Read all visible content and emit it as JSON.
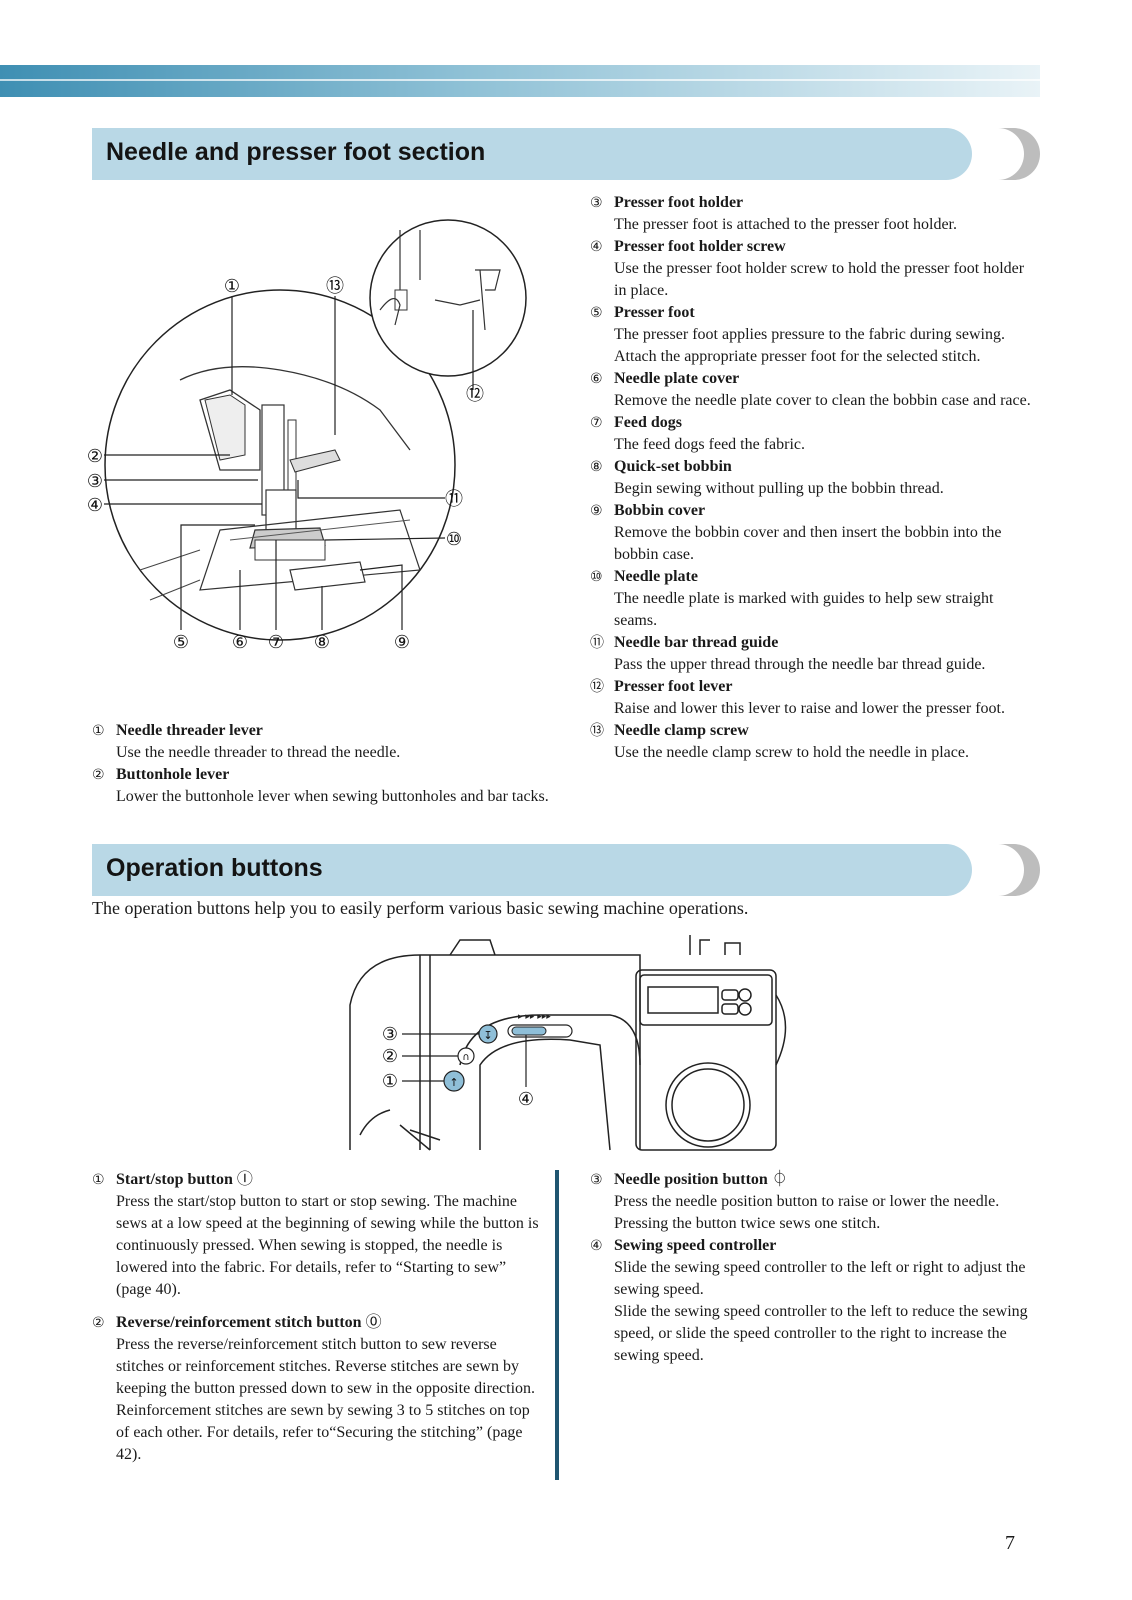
{
  "section1": {
    "title": "Needle and presser foot section",
    "callouts": [
      "①",
      "②",
      "③",
      "④",
      "⑤",
      "⑥",
      "⑦",
      "⑧",
      "⑨",
      "⑩",
      "⑪",
      "⑫",
      "⑬"
    ],
    "left_items": [
      {
        "num": "①",
        "title": "Needle threader lever",
        "desc": "Use the needle threader to thread the needle."
      },
      {
        "num": "②",
        "title": "Buttonhole lever",
        "desc": "Lower the buttonhole lever when sewing buttonholes and bar tacks."
      }
    ],
    "right_items": [
      {
        "num": "③",
        "title": "Presser foot holder",
        "desc": "The presser foot is attached to the presser foot holder."
      },
      {
        "num": "④",
        "title": "Presser foot holder screw",
        "desc": "Use the presser foot holder screw to hold the presser foot holder in place."
      },
      {
        "num": "⑤",
        "title": "Presser foot",
        "desc": "The presser foot applies pressure to the fabric during sewing. Attach the appropriate presser foot for the selected stitch."
      },
      {
        "num": "⑥",
        "title": "Needle plate cover",
        "desc": "Remove the needle plate cover to clean the bobbin case and race."
      },
      {
        "num": "⑦",
        "title": "Feed dogs",
        "desc": "The feed dogs feed the fabric."
      },
      {
        "num": "⑧",
        "title": "Quick-set bobbin",
        "desc": "Begin sewing without pulling up the bobbin thread."
      },
      {
        "num": "⑨",
        "title": "Bobbin cover",
        "desc": "Remove the bobbin cover and then insert the bobbin into the bobbin case."
      },
      {
        "num": "⑩",
        "title": "Needle plate",
        "desc": "The needle plate is marked with guides to help sew straight seams."
      },
      {
        "num": "⑪",
        "title": "Needle bar thread guide",
        "desc": "Pass the upper thread through the needle bar thread guide."
      },
      {
        "num": "⑫",
        "title": "Presser foot lever",
        "desc": "Raise and lower this lever to raise and lower the presser foot."
      },
      {
        "num": "⑬",
        "title": "Needle clamp screw",
        "desc": "Use the needle clamp screw to hold the needle in place."
      }
    ]
  },
  "section2": {
    "title": "Operation buttons",
    "intro": "The operation buttons help you to easily perform various basic sewing machine operations.",
    "callouts": [
      "①",
      "②",
      "③",
      "④"
    ],
    "left_items": [
      {
        "num": "①",
        "title": "Start/stop button",
        "icon": "start-stop-icon",
        "glyph": "Ⓘ",
        "paragraphs": [
          "Press the start/stop button to start or stop sewing. The machine sews at a low speed at the beginning of sewing while the button is continuously pressed. When sewing is stopped, the needle is lowered into the fabric. For details, refer to “Starting to sew” (page 40)."
        ]
      },
      {
        "num": "②",
        "title": "Reverse/reinforcement stitch button",
        "icon": "reverse-stitch-icon",
        "glyph": "⓪",
        "paragraphs": [
          "Press the reverse/reinforcement stitch button to sew reverse stitches or reinforcement stitches. Reverse stitches are sewn by keeping the button pressed down to sew in the opposite direction. Reinforcement stitches are sewn by sewing 3 to 5 stitches on top of each other. For details, refer to“Securing the stitching” (page 42)."
        ]
      }
    ],
    "right_items": [
      {
        "num": "③",
        "title": "Needle position button",
        "icon": "needle-position-icon",
        "glyph": "⏀",
        "paragraphs": [
          "Press the needle position button to raise or lower the needle. Pressing the button twice sews one stitch."
        ]
      },
      {
        "num": "④",
        "title": "Sewing speed controller",
        "icon": "",
        "glyph": "",
        "paragraphs": [
          "Slide the sewing speed controller to the left or right to adjust the sewing speed.",
          "Slide the sewing speed controller to the left to reduce the sewing speed, or slide the speed controller to the right to increase the sewing speed."
        ]
      }
    ]
  },
  "page_number": "7",
  "colors": {
    "header_bg": "#b9d8e6",
    "band_dark": "#3f8fb3",
    "divider": "#1f5570",
    "button_blue": "#8fbfd8"
  }
}
